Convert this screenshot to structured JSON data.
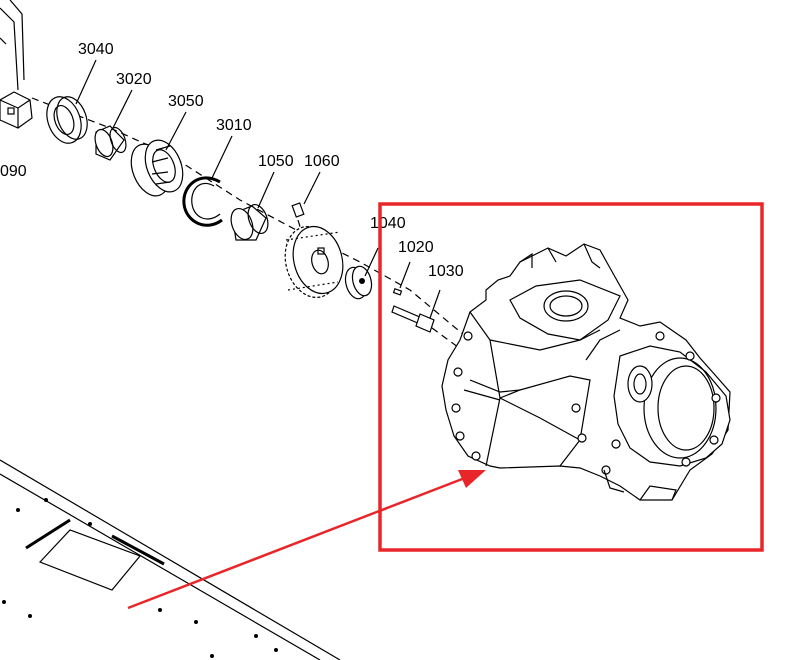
{
  "diagram": {
    "part_labels": {
      "p3040": "3040",
      "p3020": "3020",
      "p3050": "3050",
      "p3010": "3010",
      "p1050": "1050",
      "p1060": "1060",
      "p1040": "1040",
      "p1020": "1020",
      "p1030": "1030",
      "p090": "090"
    },
    "highlight_color": "#e8262a",
    "arrow_color": "#e8262a"
  }
}
